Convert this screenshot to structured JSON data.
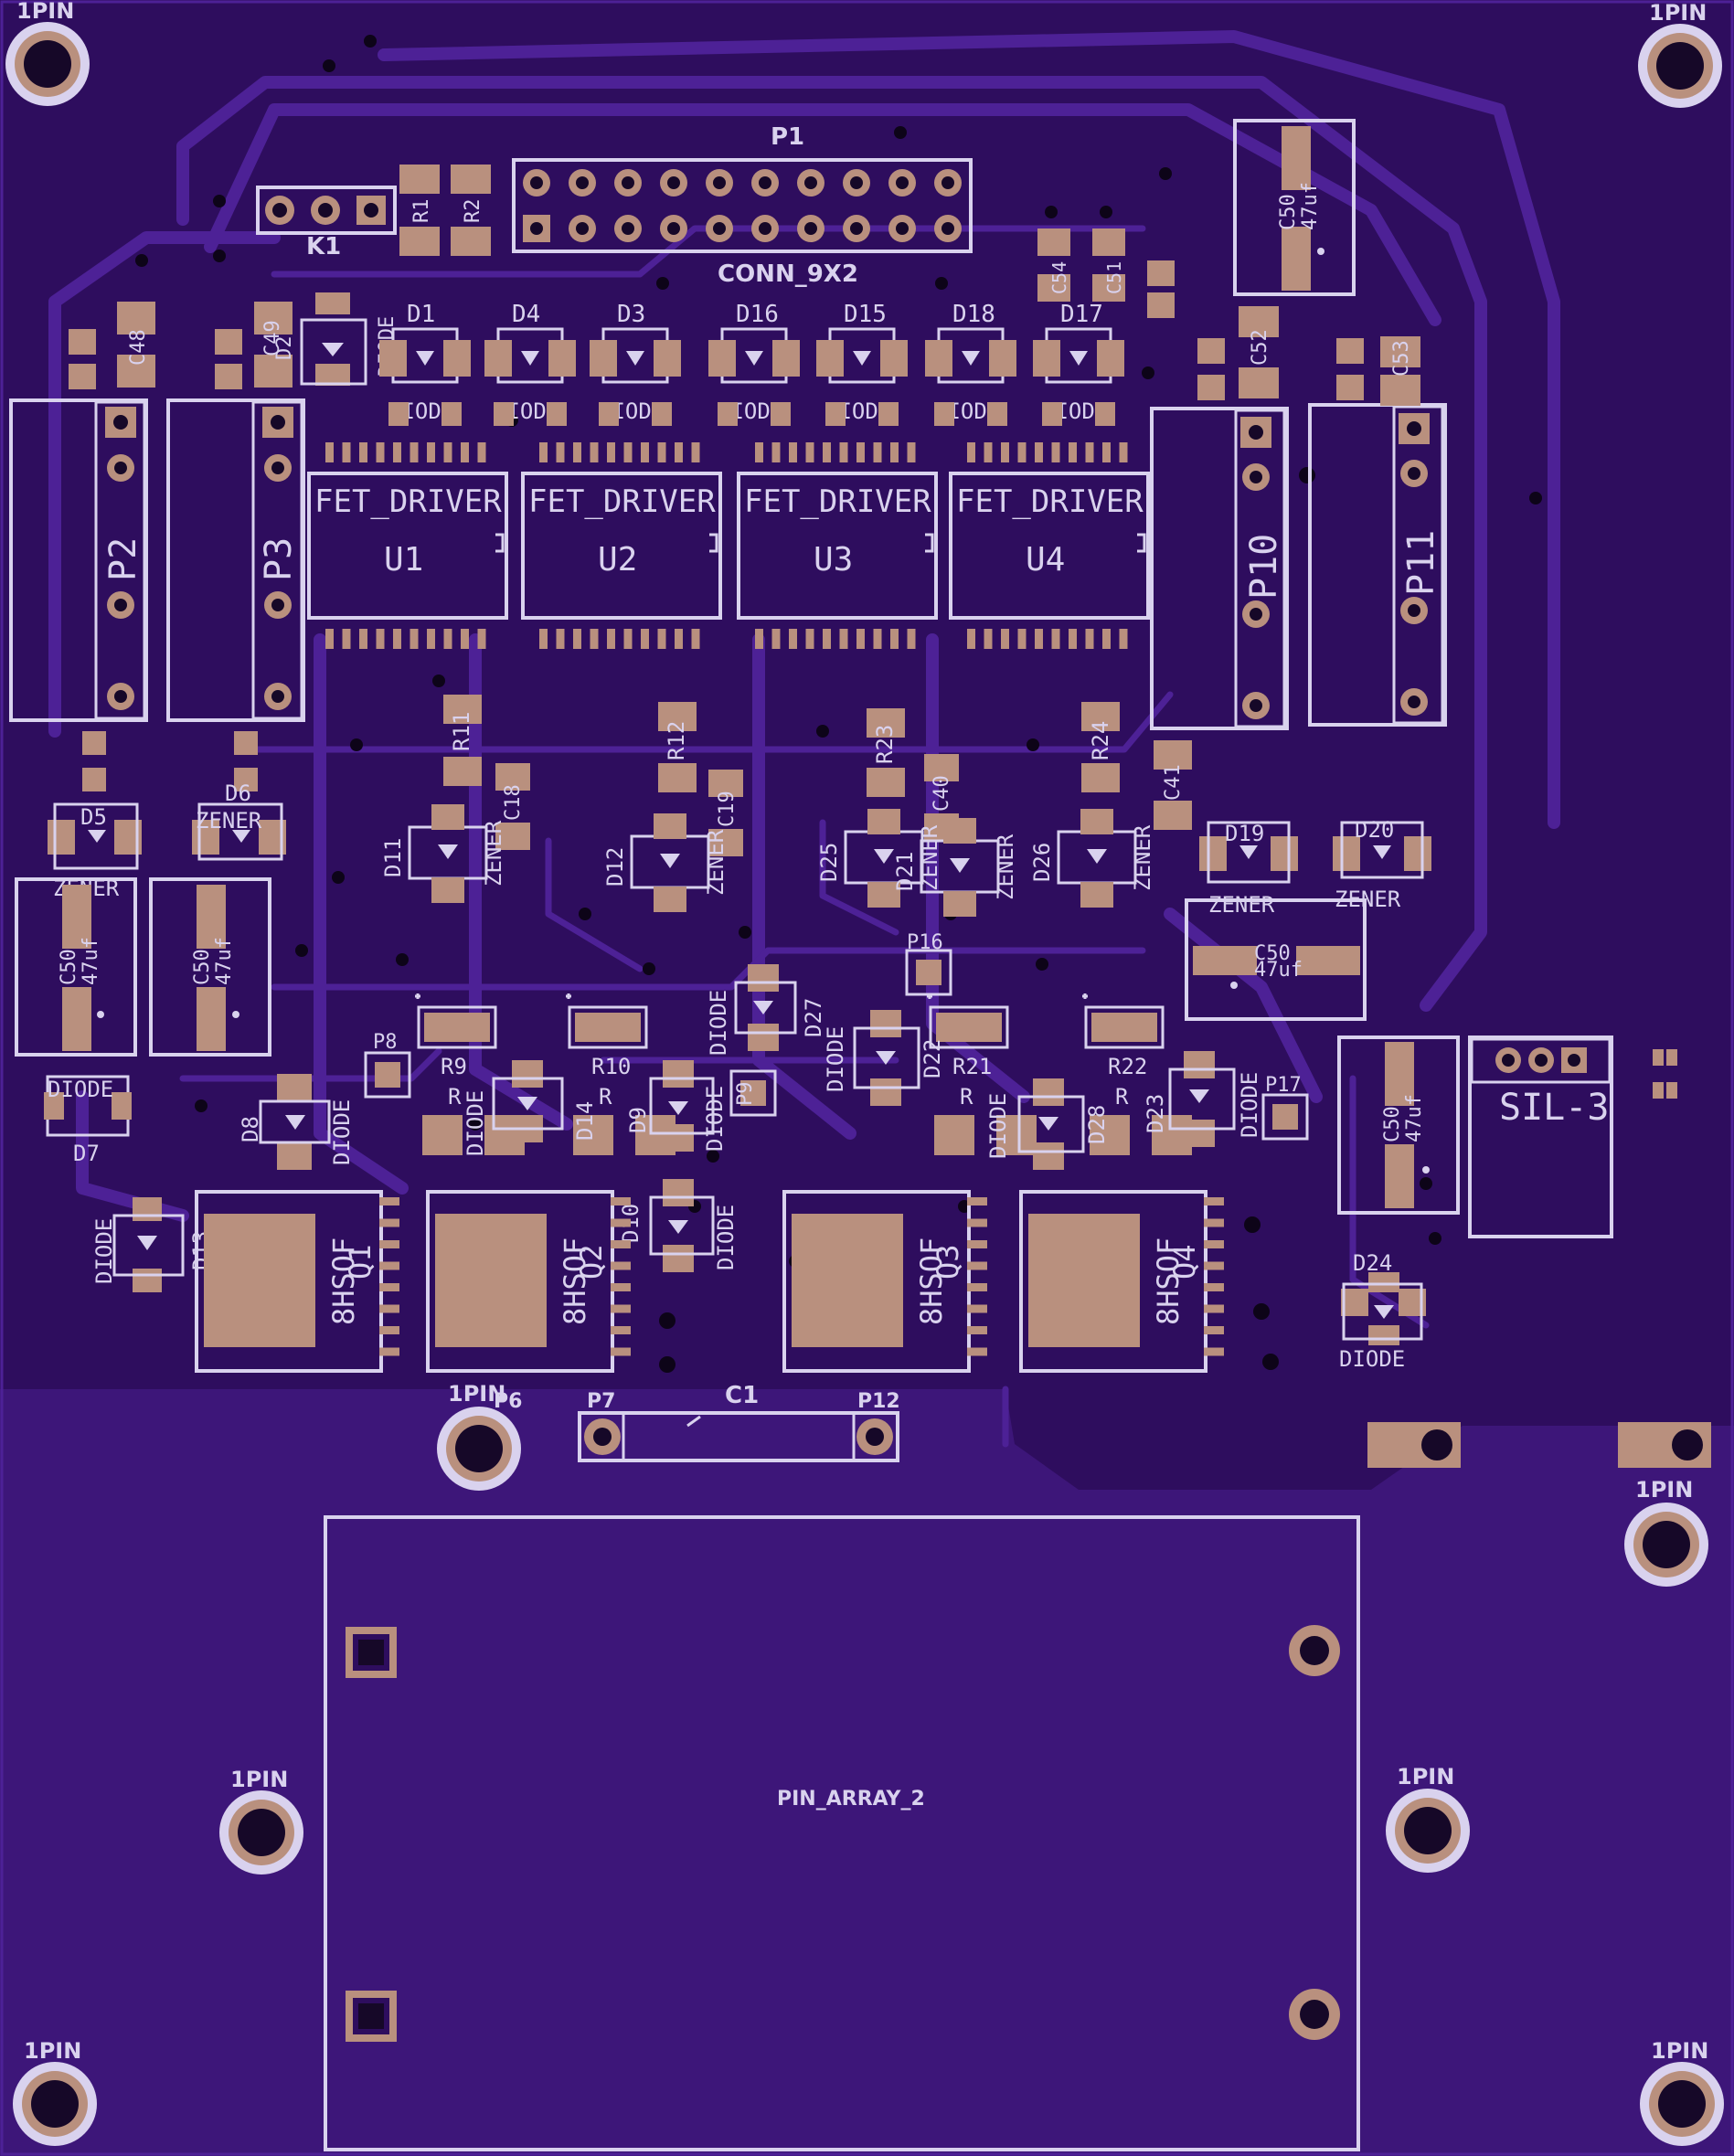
{
  "colors": {
    "board": "#2e0d5e",
    "copper_fill": "#3d1679",
    "trace": "#4d2196",
    "silkscreen": "#d9d2ee",
    "pad": "#b9907e",
    "hole": "#160828"
  },
  "mount_holes": {
    "label": "1PIN"
  },
  "connectors": {
    "p1_ref": "P1",
    "p1_value": "CONN_9X2",
    "k1_ref": "K1",
    "p2": "P2",
    "p3": "P3",
    "p10": "P10",
    "p11": "P11",
    "sil3": "SIL-3",
    "pin_array": "PIN_ARRAY_2",
    "p6": "P6",
    "p7": "P7",
    "p12": "P12",
    "p8": "P8",
    "p9": "P9",
    "p16": "P16",
    "p17": "P17",
    "c1": "C1"
  },
  "drivers": [
    {
      "name": "FET_DRIVER",
      "ref": "U1"
    },
    {
      "name": "FET_DRIVER",
      "ref": "U2"
    },
    {
      "name": "FET_DRIVER",
      "ref": "U3"
    },
    {
      "name": "FET_DRIVER",
      "ref": "U4"
    }
  ],
  "mosfets": [
    {
      "package": "8HSOF",
      "ref": "Q1"
    },
    {
      "package": "8HSOF",
      "ref": "Q2"
    },
    {
      "package": "8HSOF",
      "ref": "Q3"
    },
    {
      "package": "8HSOF",
      "ref": "Q4"
    }
  ],
  "top_diodes": [
    "D1",
    "D4",
    "D3",
    "D16",
    "D15",
    "D18",
    "D17"
  ],
  "diode_value": "DIODE",
  "zener_value": "ZENER",
  "big_caps": {
    "ref": "C50",
    "value": "47uf"
  },
  "resistors": {
    "r1": "R1",
    "r2": "R2",
    "r9": "R9",
    "r10": "R10",
    "r21": "R21",
    "r22": "R22",
    "r11": "R11",
    "r12": "R12",
    "r23": "R23",
    "r24": "R24",
    "r_value": "R"
  },
  "caps": {
    "c48": "C48",
    "c49": "C49",
    "c52": "C52",
    "c53": "C53",
    "c41": "C41",
    "c40": "C40",
    "c54": "C54",
    "c51": "C51",
    "c18": "C18",
    "c19": "C19"
  },
  "misc_diodes": {
    "d2": "D2",
    "d5": "D5",
    "d6": "D6",
    "d7": "D7",
    "d8": "D8",
    "d9": "D9",
    "d10": "D10",
    "d11": "D11",
    "d12": "D12",
    "d13": "D13",
    "d14": "D14",
    "d19": "D19",
    "d20": "D20",
    "d21": "D21",
    "d22": "D22",
    "d23": "D23",
    "d24": "D24",
    "d25": "D25",
    "d26": "D26",
    "d27": "D27",
    "d28": "D28"
  }
}
